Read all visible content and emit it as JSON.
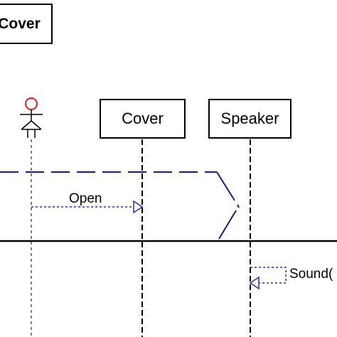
{
  "diagram": {
    "frame_label": "Cover",
    "lifelines": [
      {
        "name": ""
      },
      {
        "name": "Cover"
      },
      {
        "name": "Speaker"
      }
    ],
    "messages": [
      {
        "label": "Open",
        "from": "actor",
        "to": "Cover",
        "style": "dotted"
      },
      {
        "label": "Sound(",
        "from": "Speaker",
        "to": "Speaker",
        "style": "dotted-self"
      }
    ]
  },
  "colors": {
    "message_line": "#2b2ba8",
    "dashed_guard": "#1a1a8c",
    "actor_head": "#e02020",
    "lines": "#000000"
  }
}
